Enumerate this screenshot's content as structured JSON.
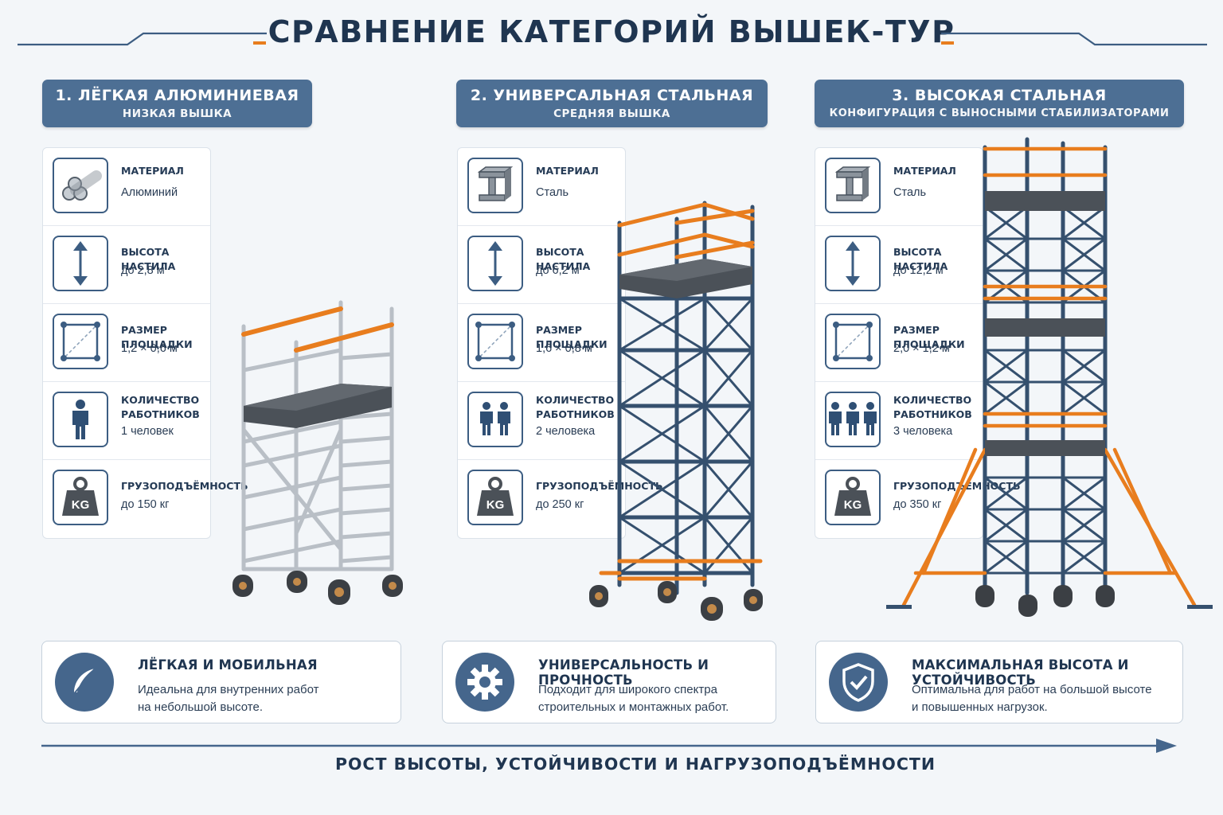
{
  "title": "СРАВНЕНИЕ КАТЕГОРИЙ ВЫШЕК-ТУР",
  "colors": {
    "navy": "#1f3550",
    "steel_blue": "#4d6f94",
    "orange": "#e87d1e",
    "frame_gray": "#c5cad0",
    "frame_steel": "#35506e"
  },
  "categories": [
    {
      "title": "1. ЛЁГКАЯ АЛЮМИНИЕВАЯ",
      "subtitle": "НИЗКАЯ ВЫШКА",
      "specs": [
        {
          "label1": "МАТЕРИАЛ",
          "label2": "",
          "value": "Алюминий",
          "icon": "aluminum-pipes-icon"
        },
        {
          "label1": "ВЫСОТА НАСТИЛА",
          "label2": "",
          "value": "до 2,8 м",
          "icon": "height-arrow-icon"
        },
        {
          "label1": "РАЗМЕР ПЛОЩАДКИ",
          "label2": "",
          "value": "1,2 × 0,6 м",
          "icon": "platform-size-icon"
        },
        {
          "label1": "КОЛИЧЕСТВО",
          "label2": "РАБОТНИКОВ",
          "value": "1 человек",
          "icon": "worker-icon"
        },
        {
          "label1": "ГРУЗОПОДЪЁМНОСТЬ",
          "label2": "",
          "value": "до 150 кг",
          "icon": "weight-kg-icon"
        }
      ]
    },
    {
      "title": "2. УНИВЕРСАЛЬНАЯ СТАЛЬНАЯ",
      "subtitle": "СРЕДНЯЯ ВЫШКА",
      "specs": [
        {
          "label1": "МАТЕРИАЛ",
          "label2": "",
          "value": "Сталь",
          "icon": "steel-beam-icon"
        },
        {
          "label1": "ВЫСОТА НАСТИЛА",
          "label2": "",
          "value": "до 6,2 м",
          "icon": "height-arrow-icon"
        },
        {
          "label1": "РАЗМЕР ПЛОЩАДКИ",
          "label2": "",
          "value": "1,6 × 0,8 м",
          "icon": "platform-size-icon"
        },
        {
          "label1": "КОЛИЧЕСТВО",
          "label2": "РАБОТНИКОВ",
          "value": "2 человека",
          "icon": "workers-icon"
        },
        {
          "label1": "ГРУЗОПОДЪЁМНОСТЬ",
          "label2": "",
          "value": "до 250 кг",
          "icon": "weight-kg-icon"
        }
      ]
    },
    {
      "title": "3. ВЫСОКАЯ СТАЛЬНАЯ",
      "subtitle": "КОНФИГУРАЦИЯ С ВЫНОСНЫМИ СТАБИЛИЗАТОРАМИ",
      "specs": [
        {
          "label1": "МАТЕРИАЛ",
          "label2": "",
          "value": "Сталь",
          "icon": "steel-beam-icon"
        },
        {
          "label1": "ВЫСОТА НАСТИЛА",
          "label2": "",
          "value": "до 12,2 м",
          "icon": "height-arrow-icon"
        },
        {
          "label1": "РАЗМЕР ПЛОЩАДКИ",
          "label2": "",
          "value": "2,0 × 1,2 м",
          "icon": "platform-size-icon"
        },
        {
          "label1": "КОЛИЧЕСТВО",
          "label2": "РАБОТНИКОВ",
          "value": "3 человека",
          "icon": "workers-icon"
        },
        {
          "label1": "ГРУЗОПОДЪЁМНОСТЬ",
          "label2": "",
          "value": "до 350 кг",
          "icon": "weight-kg-icon"
        }
      ]
    }
  ],
  "kg_label": "KG",
  "cards": [
    {
      "title": "ЛЁГКАЯ И МОБИЛЬНАЯ",
      "line1": "Идеальна для внутренних работ",
      "line2": "на небольшой высоте.",
      "icon": "feather-icon"
    },
    {
      "title": "УНИВЕРСАЛЬНОСТЬ И ПРОЧНОСТЬ",
      "line1": "Подходит для широкого спектра",
      "line2": "строительных и монтажных работ.",
      "icon": "gear-icon"
    },
    {
      "title": "МАКСИМАЛЬНАЯ ВЫСОТА И УСТОЙЧИВОСТЬ",
      "line1": "Оптимальна для работ на большой высоте",
      "line2": "и повышенных нагрузок.",
      "icon": "shield-check-icon"
    }
  ],
  "footer": "РОСТ ВЫСОТЫ, УСТОЙЧИВОСТИ И НАГРУЗОПОДЪЁМНОСТИ"
}
